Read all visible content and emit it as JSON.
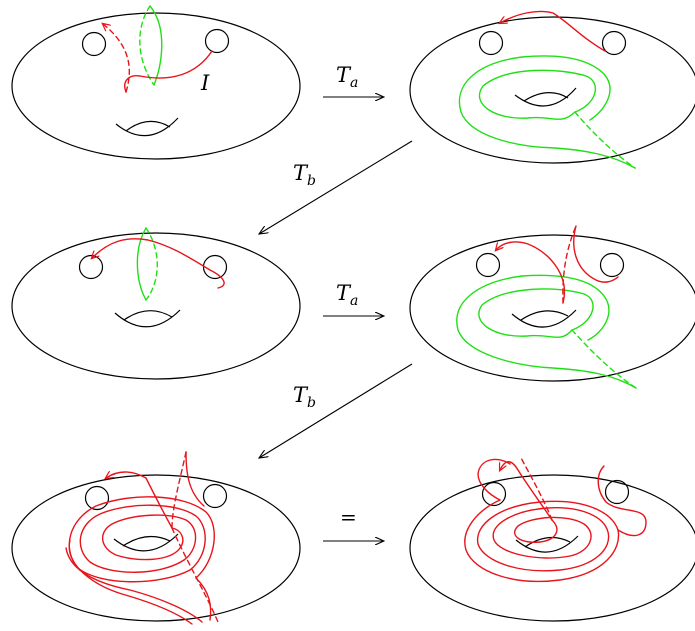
{
  "labels": {
    "move_a": "T",
    "move_a_sub": "a",
    "move_b": "T",
    "move_b_sub": "b",
    "curve_label": "I",
    "equals": "="
  },
  "colors": {
    "curve_a": "#1fe014",
    "curve_b": "#e8141b",
    "outline": "#000000"
  },
  "panels": [
    {
      "id": "step-1",
      "curves": [
        "red",
        "green"
      ]
    },
    {
      "id": "step-2",
      "curves": [
        "red",
        "green"
      ]
    },
    {
      "id": "step-3",
      "curves": [
        "red",
        "green"
      ]
    },
    {
      "id": "step-4",
      "curves": [
        "red",
        "green"
      ]
    },
    {
      "id": "step-5",
      "curves": [
        "red"
      ]
    },
    {
      "id": "step-6",
      "curves": [
        "red"
      ]
    }
  ]
}
